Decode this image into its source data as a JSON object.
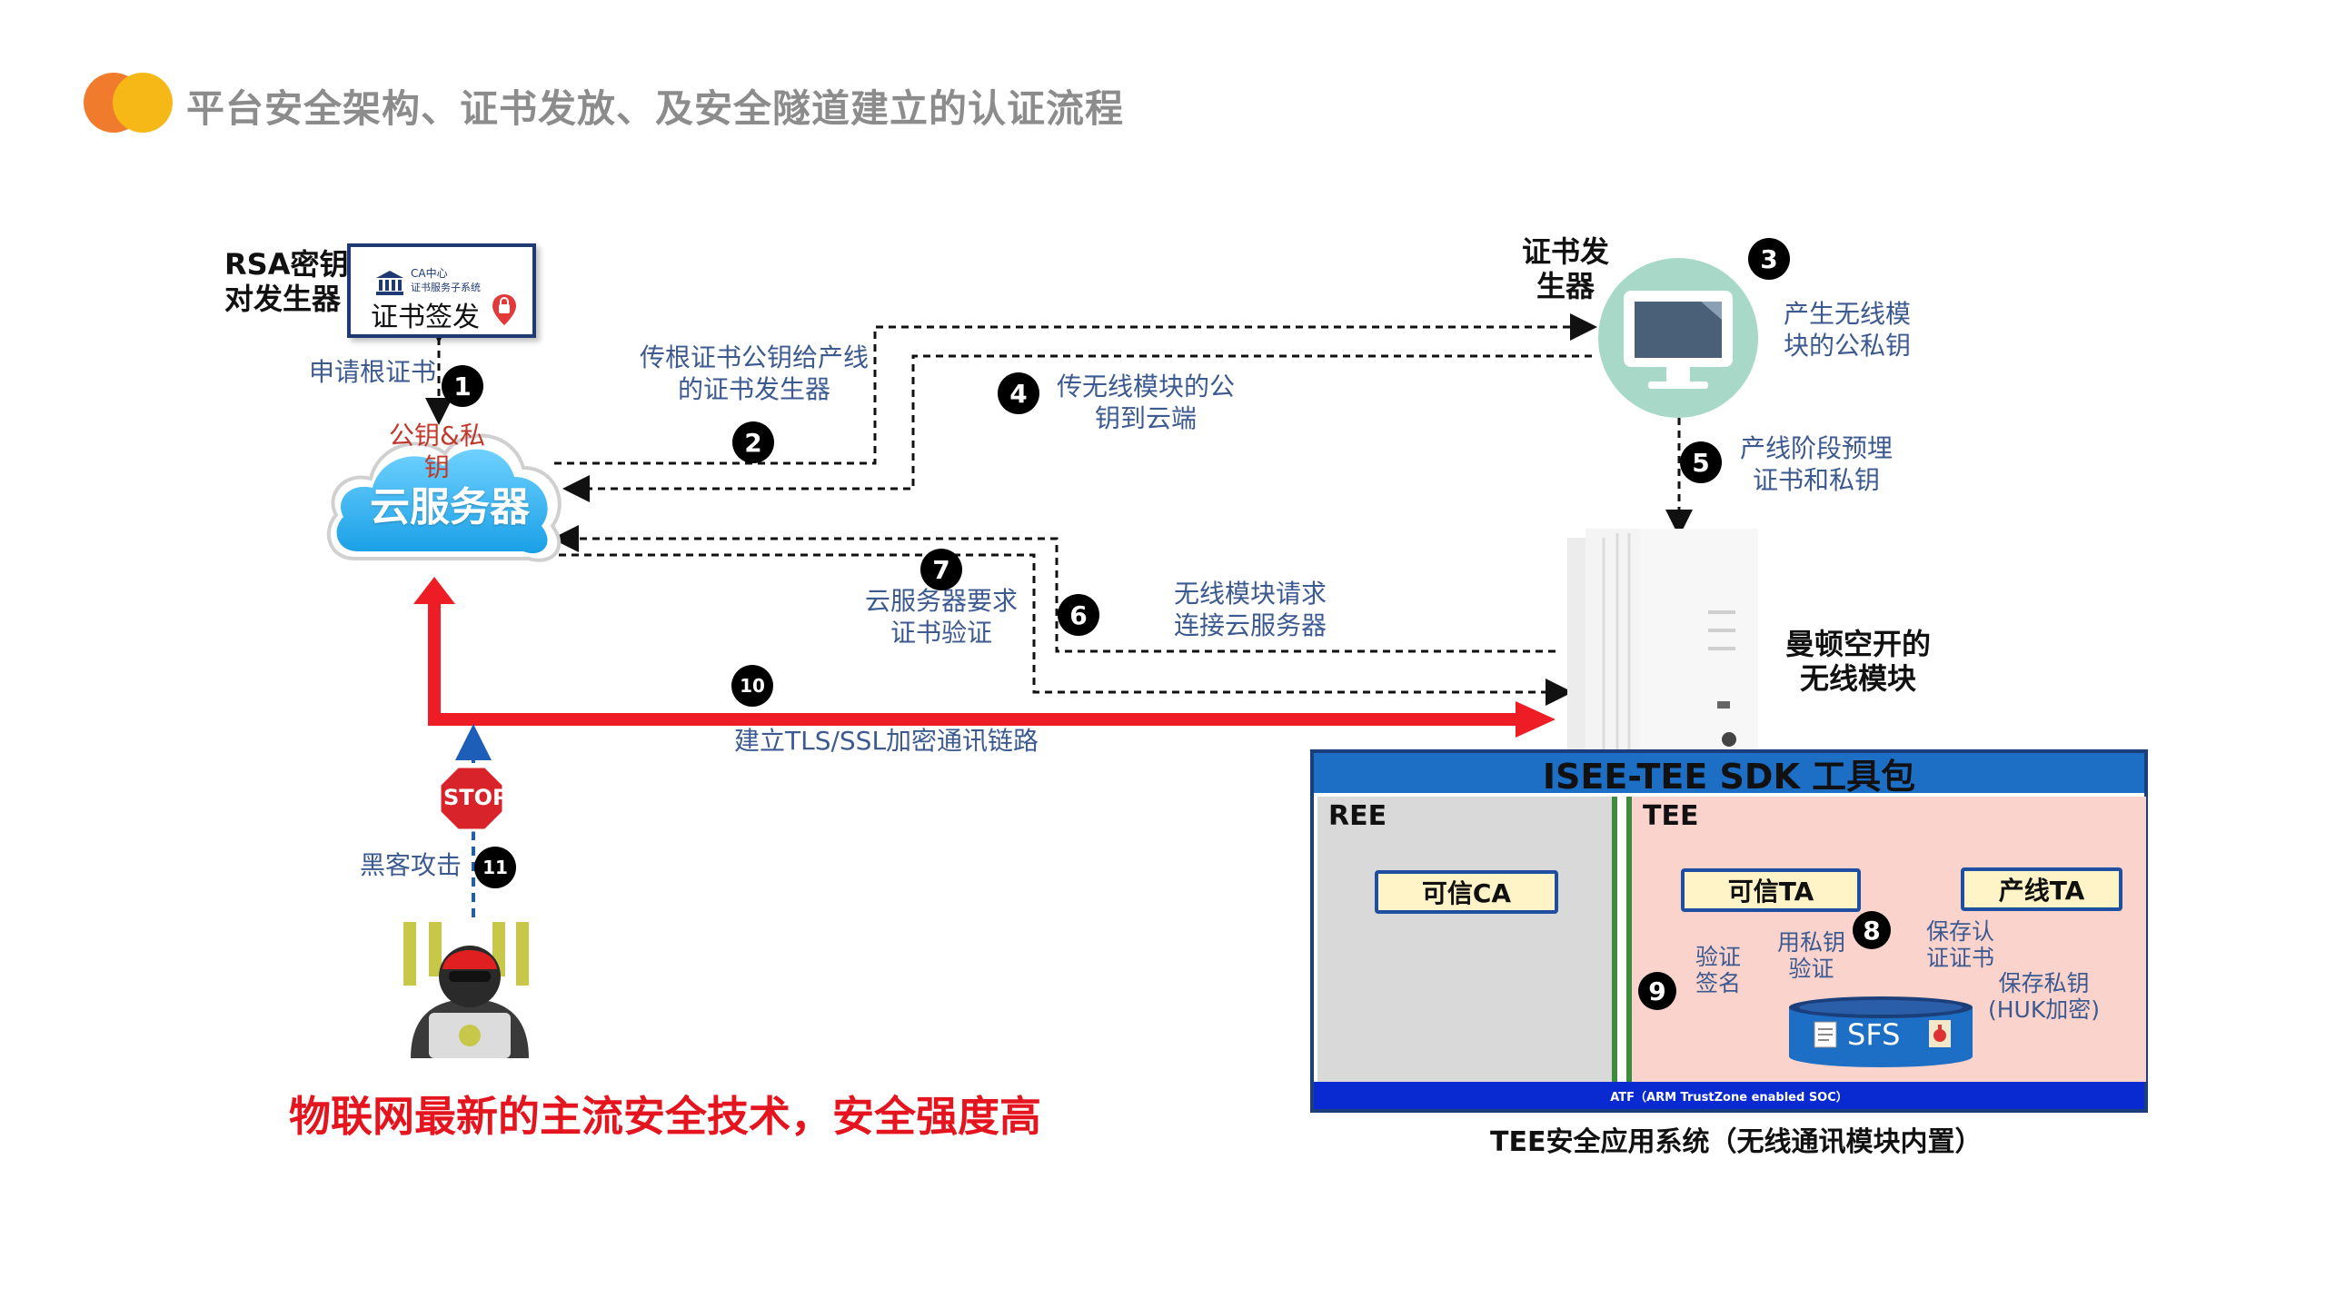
{
  "header": {
    "title": "平台安全架构、证书发放、及安全隧道建立的认证流程",
    "logo_colors": [
      "#f07b2c",
      "#f6b817"
    ]
  },
  "left": {
    "rsa_label_line1": "RSA密钥",
    "rsa_label_line2": "对发生器",
    "ca_box": {
      "small_line1": "CA中心",
      "small_line2": "证书服务子系统",
      "main": "证书签发"
    },
    "apply_root_cert": "申请根证书",
    "cloud": {
      "keys_line1": "公钥&私",
      "keys_line2": "钥",
      "label": "云服务器"
    }
  },
  "right_top": {
    "issuer_line1": "证书发",
    "issuer_line2": "生器",
    "gen_keys_line1": "产生无线模",
    "gen_keys_line2": "块的公私钥",
    "preload_line1": "产线阶段预埋",
    "preload_line2": "证书和私钥",
    "module_line1": "曼顿空开的",
    "module_line2": "无线模块"
  },
  "flow": {
    "step2_line1": "传根证书公钥给产线",
    "step2_line2": "的证书发生器",
    "step4_line1": "传无线模块的公",
    "step4_line2": "钥到云端",
    "step7_line1": "云服务器要求",
    "step7_line2": "证书验证",
    "step6_line1": "无线模块请求",
    "step6_line2": "连接云服务器",
    "tls": "建立TLS/SSL加密通讯链路",
    "hacker": "黑客攻击",
    "stop": "STOP"
  },
  "steps": [
    "1",
    "2",
    "3",
    "4",
    "5",
    "6",
    "7",
    "8",
    "9",
    "10",
    "11"
  ],
  "sdk": {
    "title": "ISEE-TEE SDK 工具包",
    "ree": "REE",
    "tee": "TEE",
    "trusted_ca": "可信CA",
    "trusted_ta": "可信TA",
    "line_ta": "产线TA",
    "verify_sign_line1": "验证",
    "verify_sign_line2": "签名",
    "priv_verify_line1": "用私钥",
    "priv_verify_line2": "验证",
    "save_cert_line1": "保存认",
    "save_cert_line2": "证证书",
    "save_key_line1": "保存私钥",
    "save_key_line2": "(HUK加密)",
    "sfs": "SFS",
    "atf": "ATF（ARM TrustZone enabled SOC）"
  },
  "captions": {
    "tee_system": "TEE安全应用系统（无线通讯模块内置）",
    "bottom_slogan": "物联网最新的主流安全技术，安全强度高"
  },
  "colors": {
    "red_arrow": "#ee1c24",
    "blue_text": "#3c5a90",
    "sdk_blue": "#1d6ec5",
    "tee_pink": "#f9d3cc",
    "ree_gray": "#d9d9d9",
    "monitor_circle": "#a8d8c8"
  },
  "icons": [
    "logo-dot-icon",
    "bank-icon",
    "lock-pin-icon",
    "cloud-icon",
    "monitor-icon",
    "router-device-icon",
    "stop-sign-icon",
    "hacker-icon",
    "database-icon",
    "document-icon",
    "key-lock-icon"
  ]
}
